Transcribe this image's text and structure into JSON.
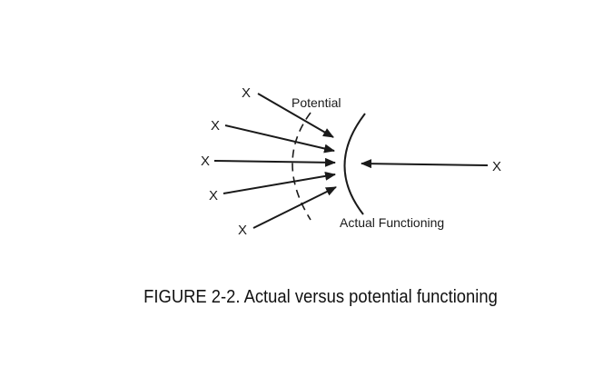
{
  "diagram": {
    "potential_label": "Potential",
    "actual_label": "Actual Functioning",
    "source_marker": "X",
    "left_sources": 5,
    "right_sources": 1
  },
  "caption": "FIGURE 2-2. Actual versus potential functioning"
}
